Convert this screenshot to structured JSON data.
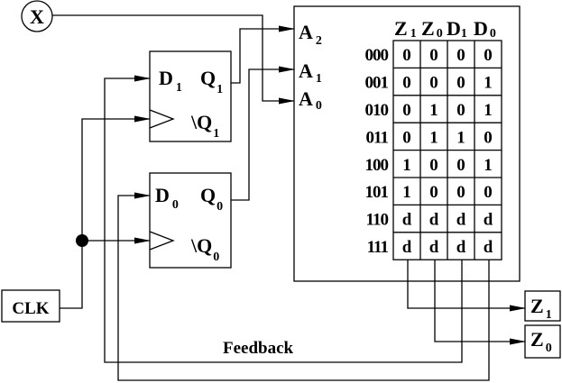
{
  "title": "Sequential circuit implemented with ROM and D flip-flops",
  "input": {
    "label": "X"
  },
  "clock": {
    "label": "CLK"
  },
  "flipflops": [
    {
      "id": "ff1",
      "d": "D",
      "d_sub": "1",
      "q": "Q",
      "q_sub": "1",
      "qbar": "\\Q",
      "qbar_sub": "1"
    },
    {
      "id": "ff0",
      "d": "D",
      "d_sub": "0",
      "q": "Q",
      "q_sub": "0",
      "qbar": "\\Q",
      "qbar_sub": "0"
    }
  ],
  "rom": {
    "address_inputs": [
      {
        "name": "A",
        "sub": "2"
      },
      {
        "name": "A",
        "sub": "1"
      },
      {
        "name": "A",
        "sub": "0"
      }
    ],
    "columns": [
      {
        "name": "Z",
        "sub": "1"
      },
      {
        "name": "Z",
        "sub": "0"
      },
      {
        "name": "D",
        "sub": "1"
      },
      {
        "name": "D",
        "sub": "0"
      }
    ],
    "rows": [
      {
        "addr": "000",
        "vals": [
          "0",
          "0",
          "0",
          "0"
        ]
      },
      {
        "addr": "001",
        "vals": [
          "0",
          "0",
          "0",
          "1"
        ]
      },
      {
        "addr": "010",
        "vals": [
          "0",
          "1",
          "0",
          "1"
        ]
      },
      {
        "addr": "011",
        "vals": [
          "0",
          "1",
          "1",
          "0"
        ]
      },
      {
        "addr": "100",
        "vals": [
          "1",
          "0",
          "0",
          "1"
        ]
      },
      {
        "addr": "101",
        "vals": [
          "1",
          "0",
          "0",
          "0"
        ]
      },
      {
        "addr": "110",
        "vals": [
          "d",
          "d",
          "d",
          "d"
        ]
      },
      {
        "addr": "111",
        "vals": [
          "d",
          "d",
          "d",
          "d"
        ]
      }
    ]
  },
  "outputs": [
    {
      "name": "Z",
      "sub": "1"
    },
    {
      "name": "Z",
      "sub": "0"
    }
  ],
  "feedback_label": "Feedback"
}
